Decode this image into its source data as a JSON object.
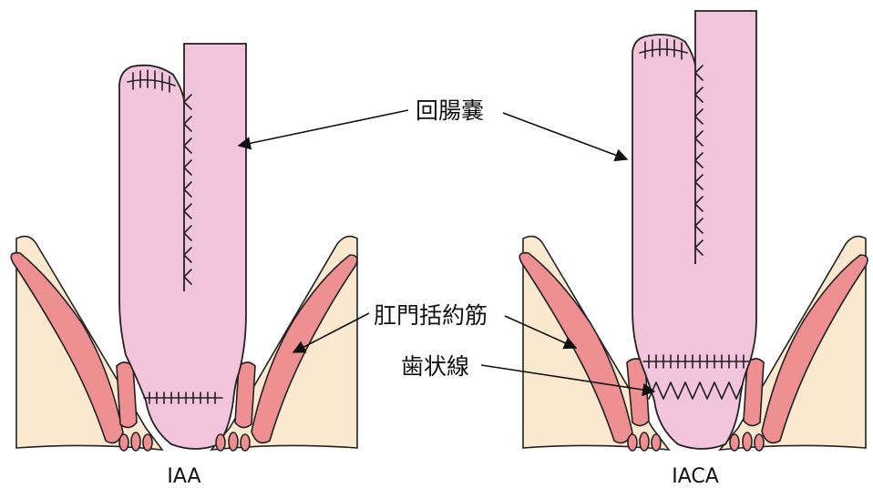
{
  "labels": {
    "ileal_pouch": "回腸嚢",
    "sphincter": "肛門括約筋",
    "dentate_line": "歯状線"
  },
  "captions": {
    "left": "IAA",
    "right": "IACA"
  },
  "colors": {
    "pouch": "#f3c5dc",
    "muscle": "#ee8f92",
    "tissue": "#fbe9cf",
    "outline": "#222222"
  }
}
